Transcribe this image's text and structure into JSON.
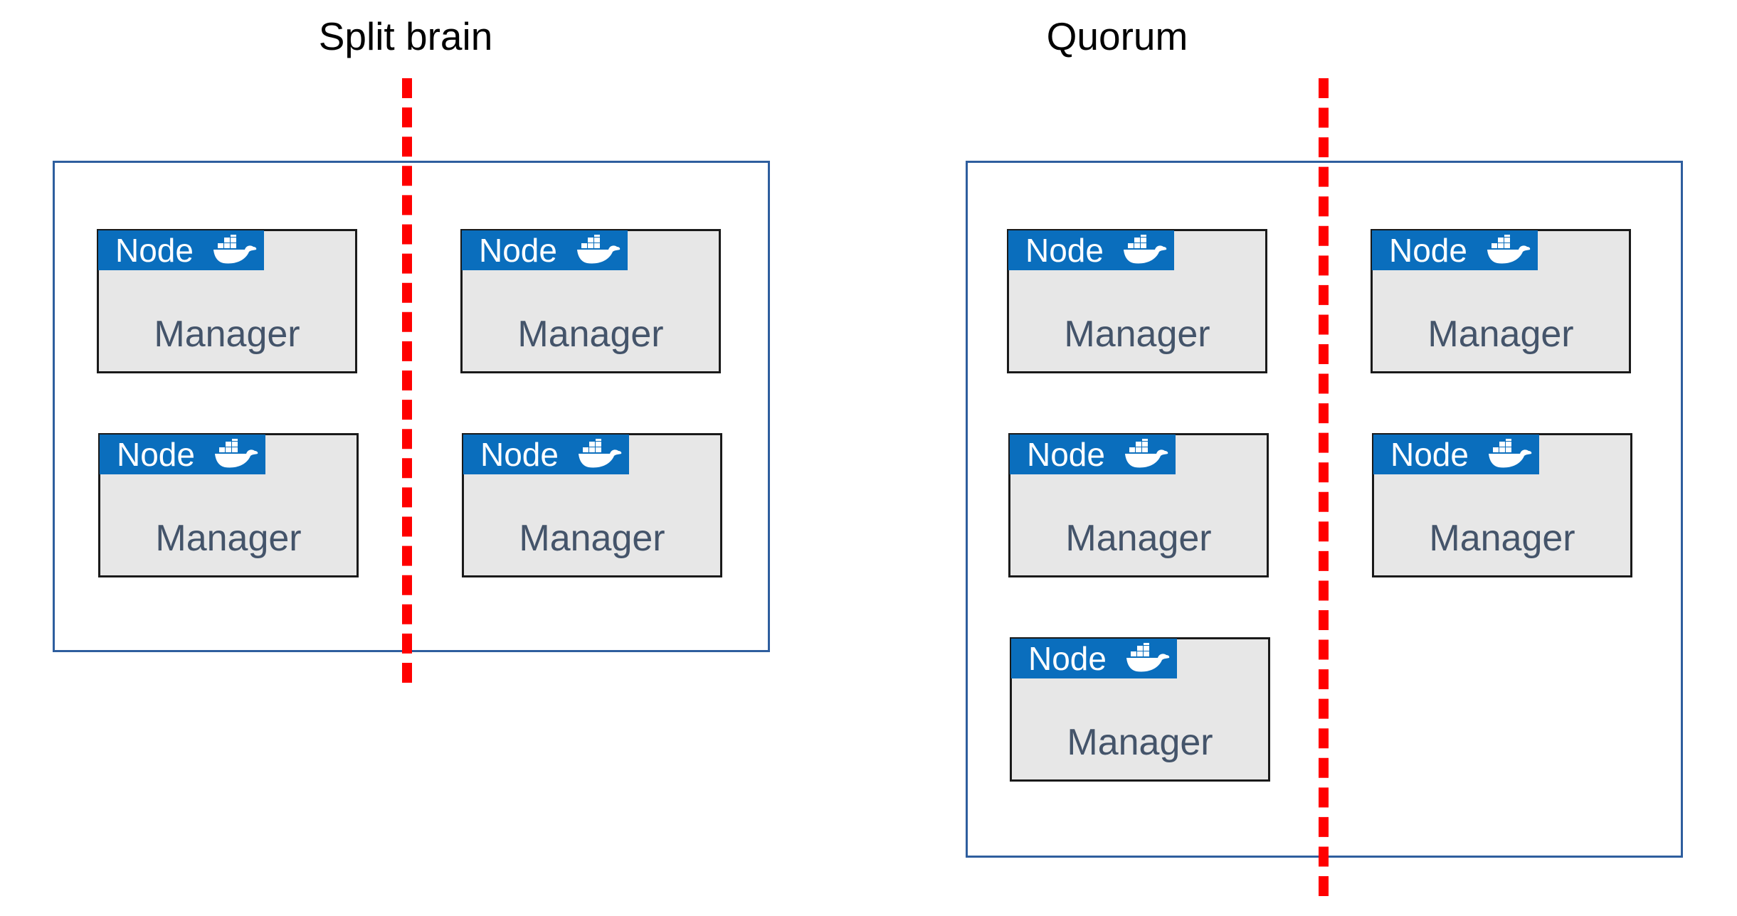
{
  "split_brain": {
    "title": "Split brain",
    "nodes": [
      {
        "tag": "Node",
        "role": "Manager",
        "icon": "docker-whale-icon"
      },
      {
        "tag": "Node",
        "role": "Manager",
        "icon": "docker-whale-icon"
      },
      {
        "tag": "Node",
        "role": "Manager",
        "icon": "docker-whale-icon"
      },
      {
        "tag": "Node",
        "role": "Manager",
        "icon": "docker-whale-icon"
      }
    ]
  },
  "quorum": {
    "title": "Quorum",
    "nodes": [
      {
        "tag": "Node",
        "role": "Manager",
        "icon": "docker-whale-icon"
      },
      {
        "tag": "Node",
        "role": "Manager",
        "icon": "docker-whale-icon"
      },
      {
        "tag": "Node",
        "role": "Manager",
        "icon": "docker-whale-icon"
      },
      {
        "tag": "Node",
        "role": "Manager",
        "icon": "docker-whale-icon"
      },
      {
        "tag": "Node",
        "role": "Manager",
        "icon": "docker-whale-icon"
      }
    ]
  },
  "colors": {
    "node_tag_blue": "#0a6ebd",
    "cluster_border": "#2e5e9e",
    "partition_red": "#ff0000",
    "card_fill": "#e7e7e7",
    "role_text": "#44546a"
  }
}
